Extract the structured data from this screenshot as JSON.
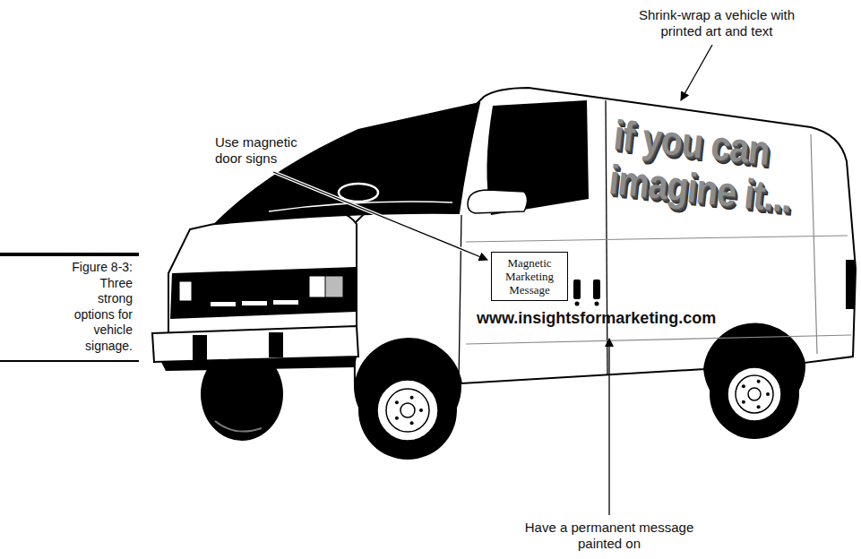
{
  "diagram": {
    "caption": "Figure 8-3: Three strong options for vehicle signage.",
    "nodes": [
      {
        "text": [
          "Magnetic Marketing Message"
        ]
      }
    ],
    "labels": [
      "Shrink-wrap a vehicle with printed art and text",
      "Use magnetic door signs",
      "if you can imagine it...",
      "www.insightsformarketing.com",
      "Have a permanent message painted on"
    ]
  }
}
